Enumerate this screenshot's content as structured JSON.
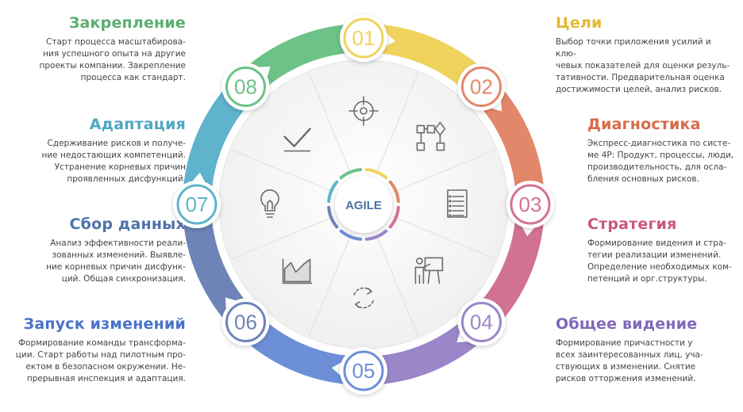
{
  "center": {
    "label": "AGILE"
  },
  "steps": [
    {
      "num": "01",
      "title": "Цели",
      "color": "#f0d35c",
      "text": "Выбор точки приложения усилий и клю-\nчевых показателей для оценки резуль-\nтативности. Предварительная оценка\nдостижимости целей, анализ рисков.",
      "icon": "target-icon"
    },
    {
      "num": "02",
      "title": "Диагностика",
      "color": "#e3876a",
      "text": "Экспресс-диагностика по систе-\nме 4Р: Продукт, процессы, люди,\nпроизводительность, для осла-\nбления основных рисков.",
      "icon": "flowchart-icon"
    },
    {
      "num": "03",
      "title": "Стратегия",
      "color": "#d27292",
      "text": "Формирование видения и стра-\nтегии реализации изменений.\nОпределение необходимых ком-\nпетенций и орг.структуры.",
      "icon": "checklist-icon"
    },
    {
      "num": "04",
      "title": "Общее видение",
      "color": "#9a86c8",
      "text": "Формирование причастности у\nвсех заинтересованных лиц, уча-\nствующих в изменении. Снятие\nрисков отторжения изменений.",
      "icon": "presentation-icon"
    },
    {
      "num": "05",
      "title": "Запуск изменений",
      "color": "#6d8fd8",
      "text": "Формирование команды трансформа-\nции. Старт работы над пилотным про-\nектом в безопасном окружении. Не-\nпрерывная инспекция и адаптация.",
      "icon": "cycle-icon"
    },
    {
      "num": "06",
      "title": "Сбор данных",
      "color": "#6e84b8",
      "text": "Анализ эффективности реали-\nзованных изменений. Выявле-\nние корневых причин дисфунк-\nций. Общая синхронизация.",
      "icon": "area-chart-icon"
    },
    {
      "num": "07",
      "title": "Адаптация",
      "color": "#5fb3cc",
      "text": "Сдерживание рисков и получе-\nние недостающих компетенций.\nУстранение корневых причин\nпроявленных дисфункций.",
      "icon": "lightbulb-icon"
    },
    {
      "num": "08",
      "title": "Закрепление",
      "color": "#6cc287",
      "text": "Старт процесса масштабирова-\nния успешного опыта на другие\nпроекты компании. Закрепление\nпроцесса как стандарт.",
      "icon": "checkmark-icon"
    }
  ]
}
